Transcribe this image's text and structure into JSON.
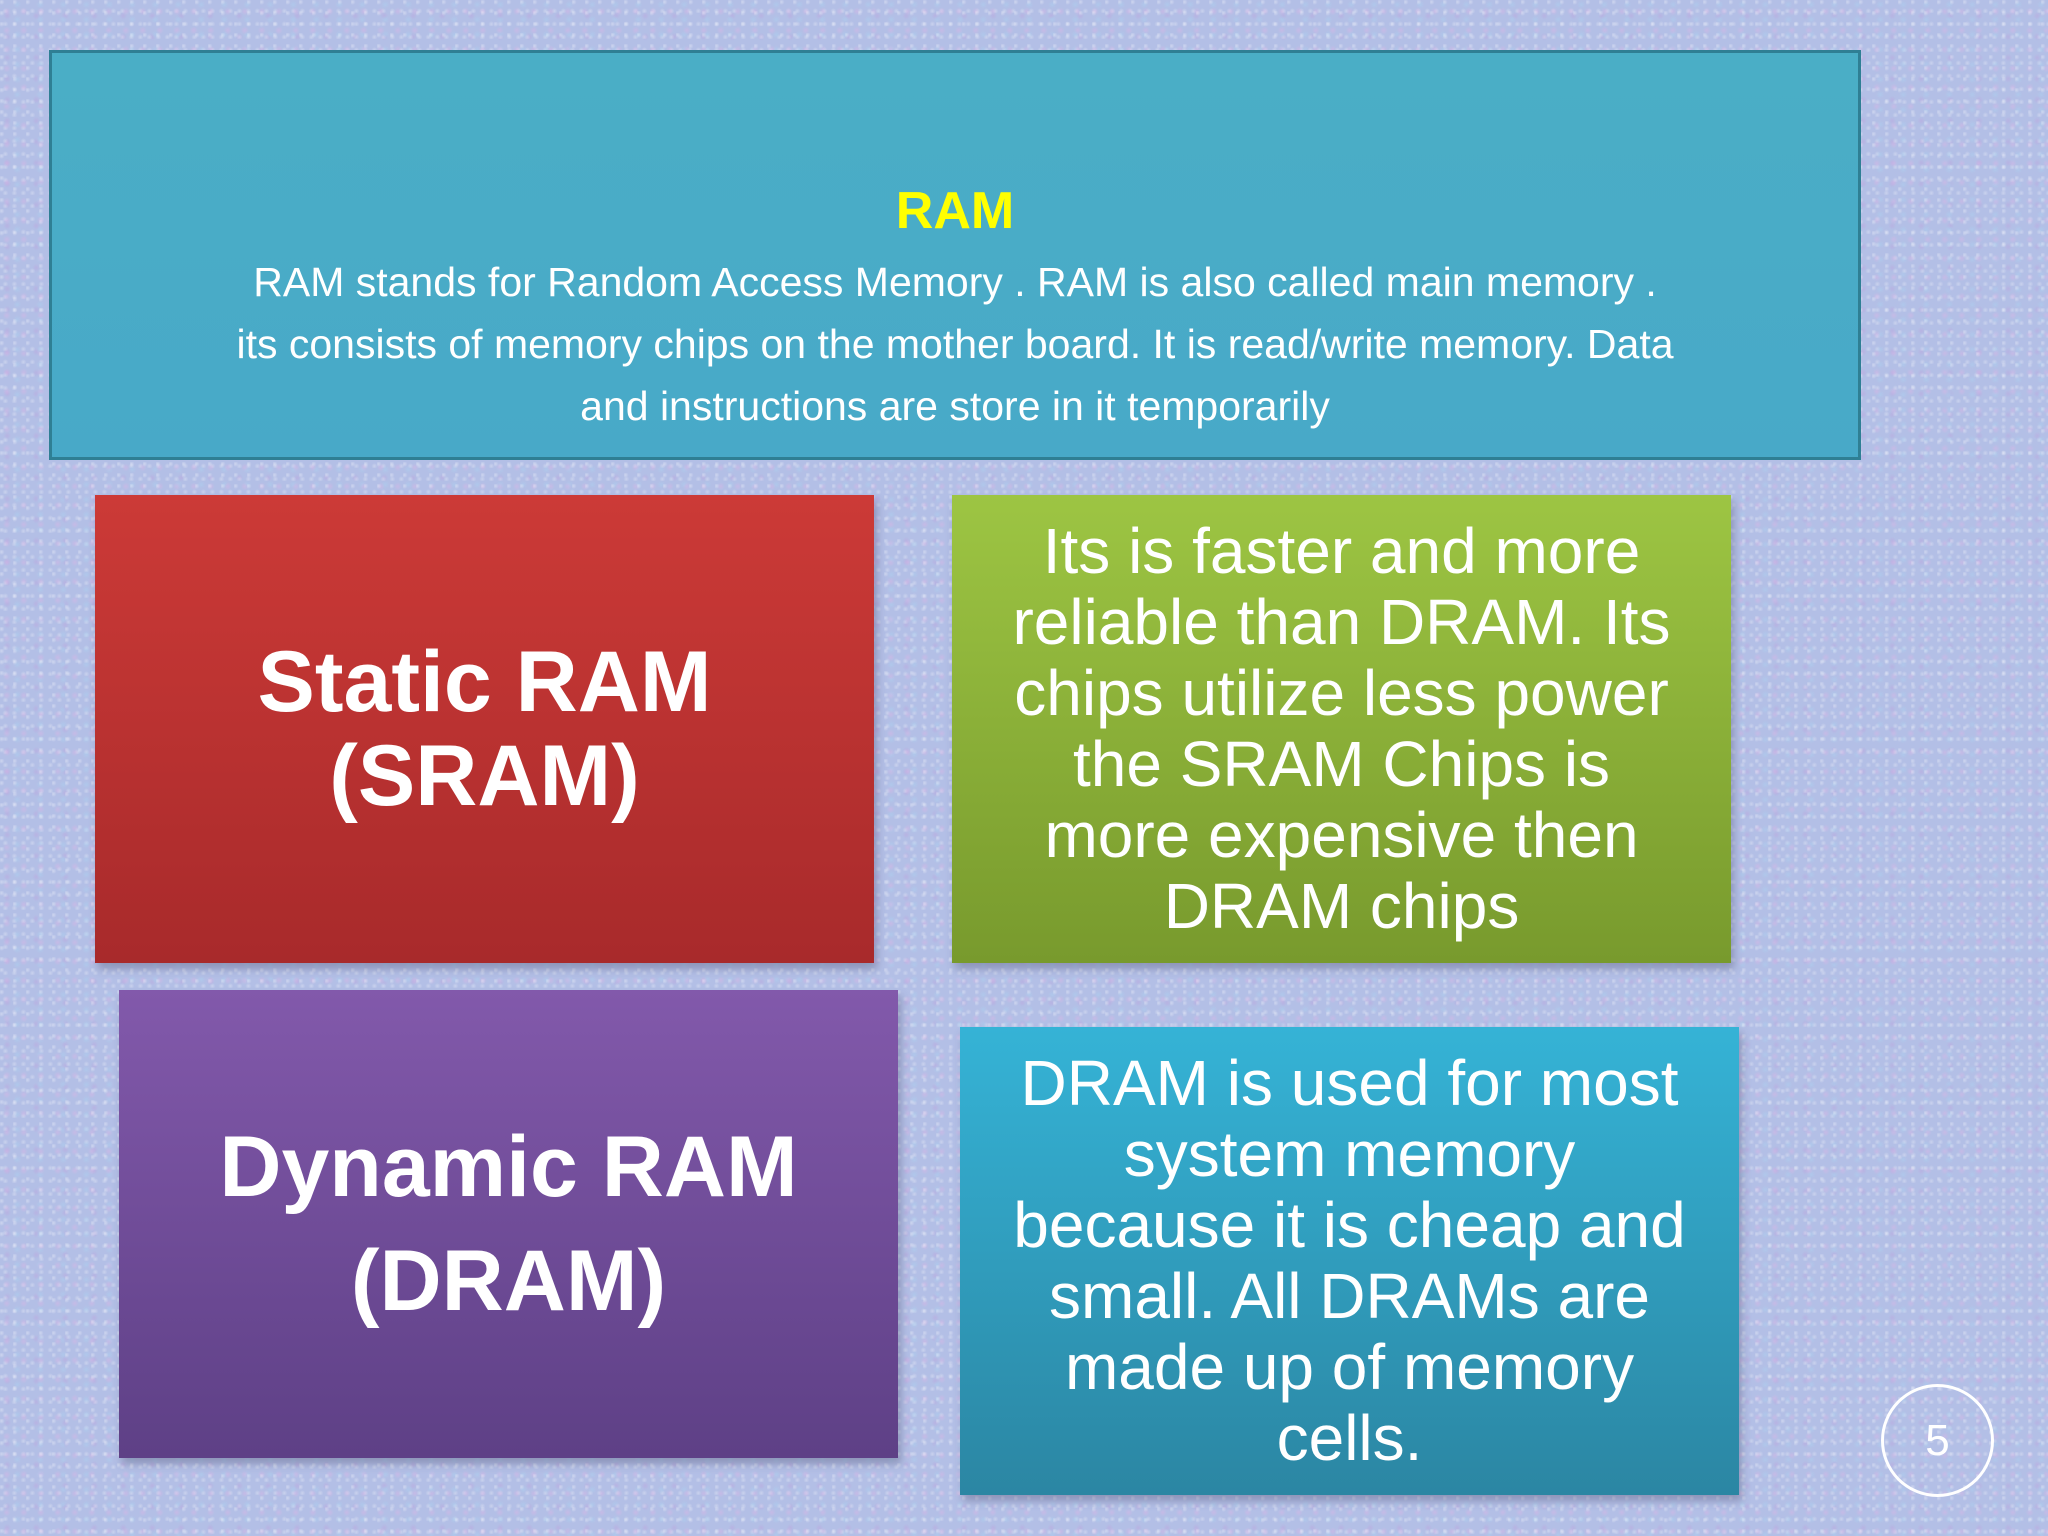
{
  "header": {
    "title": "RAM",
    "lines": [
      "RAM stands for Random Access Memory . RAM is also called main memory .",
      "its consists of memory chips on the mother board. It is read/write memory.  Data",
      "and instructions are store in it temporarily"
    ]
  },
  "tiles": {
    "sram": {
      "line1": "Static RAM",
      "line2": "(SRAM)"
    },
    "sram_desc": {
      "lines": [
        "Its is faster and more",
        "reliable than DRAM. Its",
        "chips utilize less power",
        "the SRAM Chips is",
        "more expensive then",
        "DRAM chips"
      ]
    },
    "dram": {
      "line1": "Dynamic RAM",
      "line2": "(DRAM)"
    },
    "dram_desc": {
      "lines": [
        "DRAM is used for most",
        "system memory",
        "because it is cheap and",
        "small. All DRAMs are",
        "made up of memory",
        "cells."
      ]
    }
  },
  "page_number": "5",
  "colors": {
    "header_bg": "#4aaec6",
    "title_color": "#ffff00",
    "sram_tile": "#c03433",
    "sram_desc_tile": "#8db33a",
    "dram_tile": "#724e9b",
    "dram_desc_tile": "#31a1c2"
  }
}
